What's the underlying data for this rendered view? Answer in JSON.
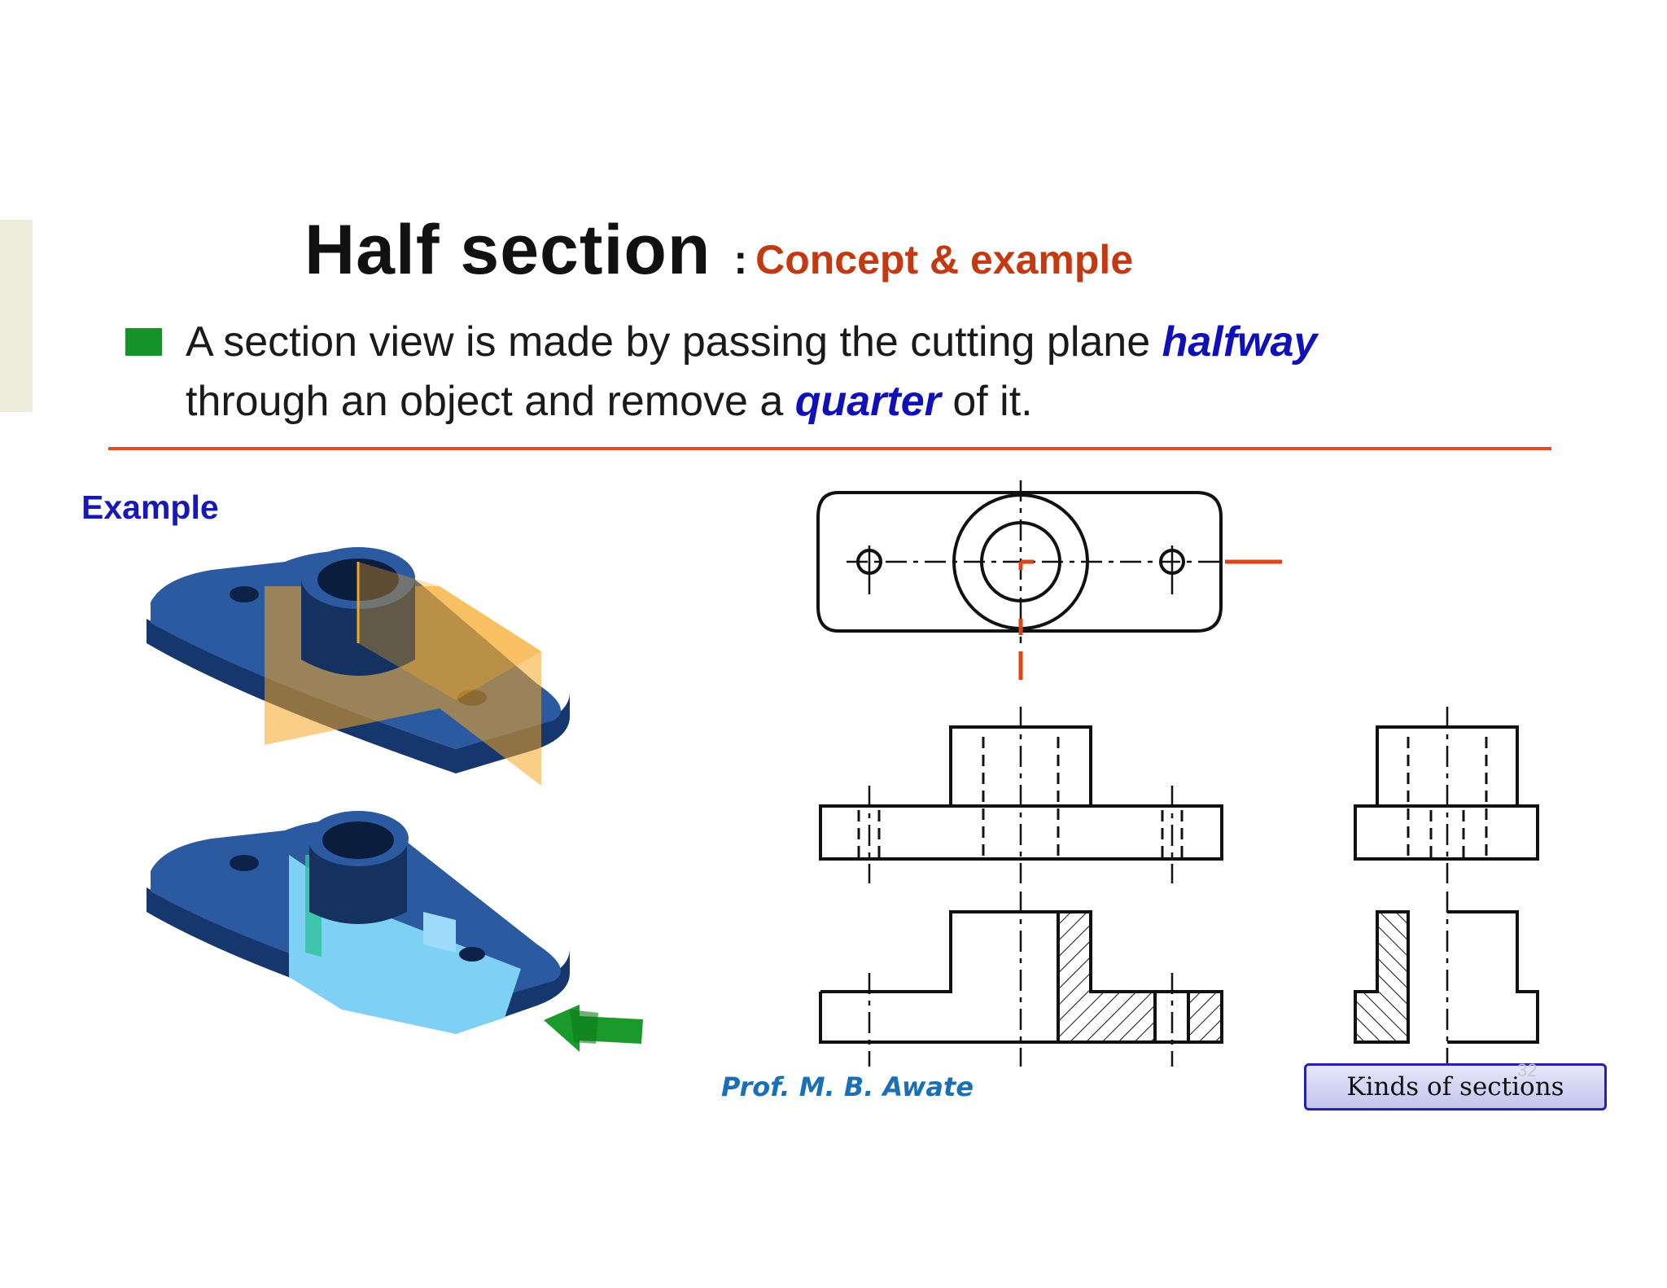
{
  "slide": {
    "title": "Half section",
    "title_separator": ":",
    "subtitle": "Concept & example",
    "bullet": {
      "line1_prefix": "A section view is made by passing the cutting plane ",
      "line1_emphasis": "halfway",
      "line2_prefix": "through an object and remove a ",
      "line2_emphasis": "quarter",
      "line2_suffix": " of it."
    },
    "example_label": "Example",
    "author": "Prof. M. B. Awate",
    "page_number": "32",
    "nav_button_label": "Kinds of sections"
  },
  "colors": {
    "title_accent": "#c33a12",
    "emphasis": "#1010b8",
    "bullet_square": "#16922a",
    "rule": "#e0501e",
    "example_label": "#1818b4",
    "author": "#1a6fb6",
    "part_blue": "#2b5aa0",
    "cutting_plane": "#f5a623",
    "section_cyan": "#7fd0f5",
    "arrow_green": "#1a9a2a"
  },
  "icons": {
    "bullet": "green-square-bullet",
    "view_arrow": "green-arrow-icon"
  }
}
